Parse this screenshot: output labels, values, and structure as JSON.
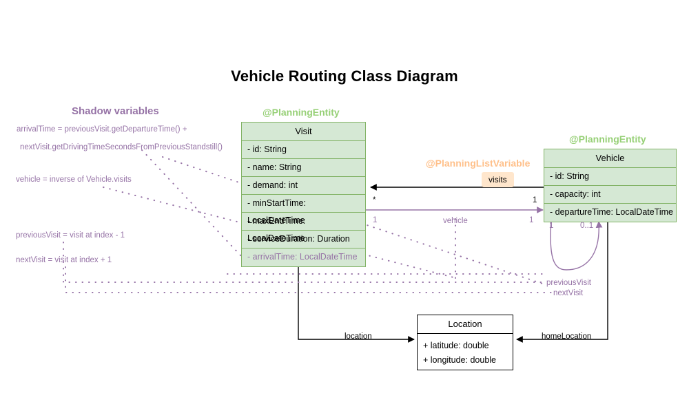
{
  "title": "Vehicle Routing Class Diagram",
  "colors": {
    "entity_fill": "#d5e8d4",
    "entity_border": "#82b366",
    "stereotype_green": "#97d077",
    "stereotype_orange": "#ffc08a",
    "shadow_purple": "#9673a6",
    "badge_fill": "#ffe6cc",
    "line_black": "#000000"
  },
  "classes": {
    "visit": {
      "stereotype": "@PlanningEntity",
      "name": "Visit",
      "attributes": [
        {
          "text": "- id: String",
          "shadow": false
        },
        {
          "text": "- name: String",
          "shadow": false
        },
        {
          "text": "- demand: int",
          "shadow": false
        },
        {
          "text": "- minStartTime: LocalDateTime",
          "shadow": false
        },
        {
          "text": "- maxEndTime: LocalDateTime",
          "shadow": false
        },
        {
          "text": "- serviceDuration: Duration",
          "shadow": false
        },
        {
          "text": "- arrivalTime: LocalDateTime",
          "shadow": true
        }
      ]
    },
    "vehicle": {
      "stereotype": "@PlanningEntity",
      "name": "Vehicle",
      "attributes": [
        {
          "text": "- id: String",
          "shadow": false
        },
        {
          "text": "- capacity: int",
          "shadow": false
        },
        {
          "text": "- departureTime: LocalDateTime",
          "shadow": false
        }
      ]
    },
    "location": {
      "name": "Location",
      "attributes": [
        {
          "text": "+ latitude: double",
          "shadow": false
        },
        {
          "text": "+ longitude: double",
          "shadow": false
        }
      ]
    }
  },
  "shadow_panel": {
    "title": "Shadow variables",
    "lines": [
      "arrivalTime = previousVisit.getDepartureTime() +",
      "nextVisit.getDrivingTimeSecondsFromPreviousStandstill()",
      "vehicle = inverse of Vehicle.visits",
      "previousVisit = visit at index - 1",
      "nextVisit = visit at index + 1"
    ]
  },
  "relations": {
    "visits": {
      "stereotype": "@PlanningListVariable",
      "label": "visits",
      "mult_source": "*",
      "mult_target": "1"
    },
    "vehicle": {
      "label": "vehicle",
      "mult_source": "1",
      "mult_target": "1"
    },
    "self_loop": {
      "mult_left": "1",
      "mult_right": "0..1"
    },
    "previous_visit": {
      "label": "previousVisit"
    },
    "next_visit": {
      "label": "nextVisit"
    },
    "location": {
      "label": "location"
    },
    "home_location": {
      "label": "homeLocation"
    }
  }
}
